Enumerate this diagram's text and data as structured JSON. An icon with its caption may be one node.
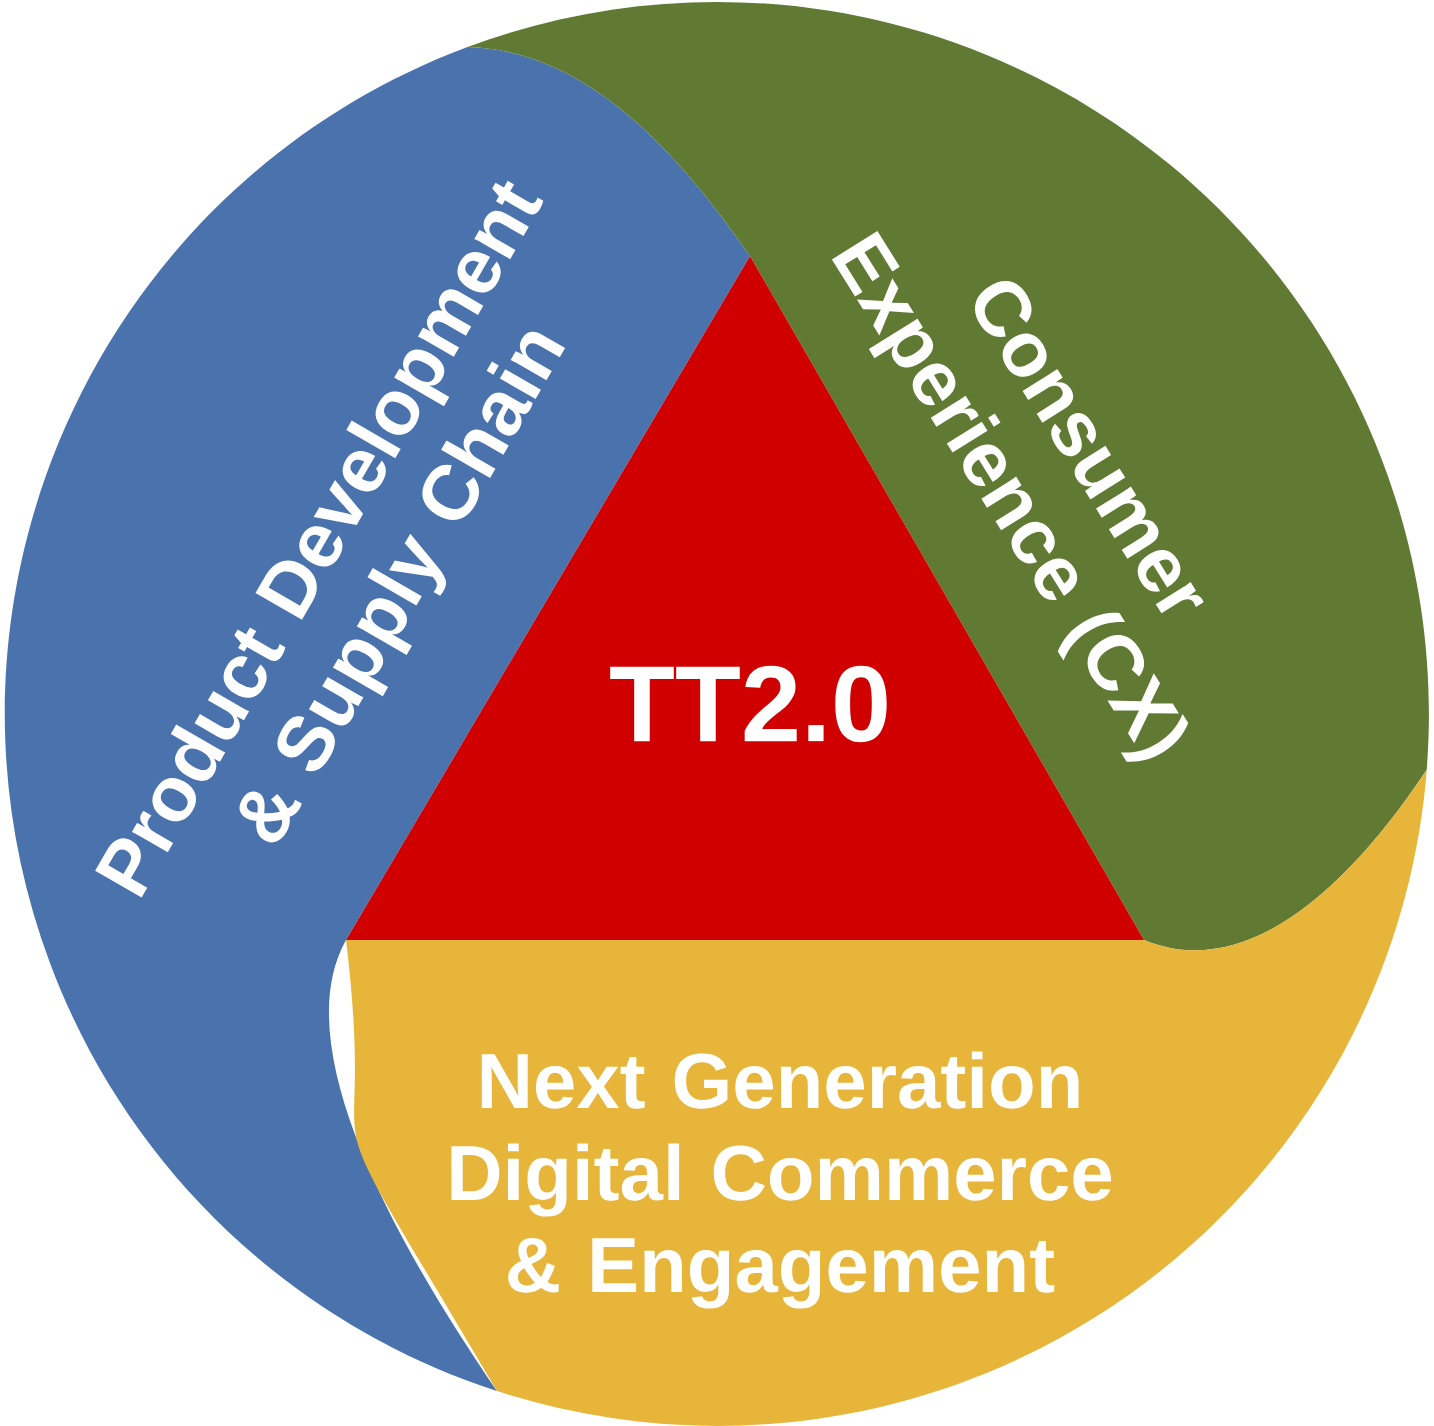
{
  "diagram": {
    "nodes": [
      {
        "text": [
          "Product Development & Supply Chain"
        ]
      },
      {
        "text": [
          "Consumer Experience (CX)"
        ]
      },
      {
        "text": [
          "Next Generation Digital Commerce & Engagement"
        ]
      },
      {
        "text": [
          "TT2.0"
        ]
      }
    ]
  }
}
